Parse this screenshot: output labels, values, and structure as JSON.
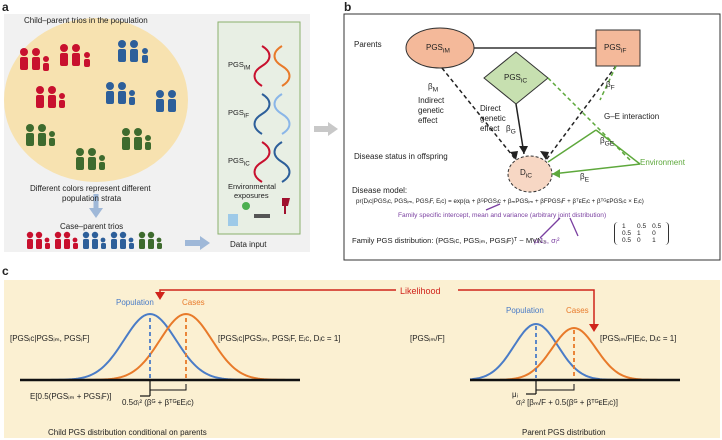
{
  "panel_a": {
    "label": "a",
    "trios_title": "Child–parent trios in the population",
    "colors_note_line1": "Different colors represent different",
    "colors_note_line2": "population strata",
    "case_parent": "Case–parent trios",
    "data_input": "Data input",
    "pgs_im": "PGS",
    "pgs_im_sub": "iM",
    "pgs_if": "PGS",
    "pgs_if_sub": "iF",
    "pgs_ic": "PGS",
    "pgs_ic_sub": "iC",
    "env_exposures_line1": "Environmental",
    "env_exposures_line2": "exposures",
    "colors": {
      "red": "#c8102e",
      "blue": "#2d5f9a",
      "green": "#3e6b2e",
      "bg": "#f7e2b0",
      "panel_bg": "#e8efe4"
    }
  },
  "panel_b": {
    "label": "b",
    "parents": "Parents",
    "node_im": "PGS",
    "node_im_sub": "iM",
    "node_if": "PGS",
    "node_if_sub": "iF",
    "node_ic": "PGS",
    "node_ic_sub": "iC",
    "node_dic": "D",
    "node_dic_sub": "iC",
    "beta_m": "β",
    "beta_m_sub": "M",
    "indirect_line1": "Indirect",
    "indirect_line2": "genetic",
    "indirect_line3": "effect",
    "direct_line1": "Direct",
    "direct_line2": "genetic",
    "direct_line3": "effect",
    "beta_g": "β",
    "beta_g_sub": "G",
    "beta_f": "β",
    "beta_f_sub": "F",
    "beta_ge": "β",
    "beta_ge_sub": "GE",
    "beta_e": "β",
    "beta_e_sub": "E",
    "ge_interaction": "G–E interaction",
    "environment": "Environment",
    "disease_status": "Disease status in offspring",
    "disease_model": "Disease model:",
    "model_formula": "pr(Dᵢᴄ|PGSᵢᴄ, PGSᵢₘ, PGSᵢF, Eᵢᴄ) = exp(αᵢ + βᴳPGSᵢᴄ + βₘPGSᵢₘ + βFPGSᵢF + βᵀᴇEᵢᴄ + βᵀᴳᴇPGSᵢᴄ × Eᵢᴄ)",
    "family_intercept": "Family specific intercept, mean and variance (arbitrary joint distribution)",
    "family_dist": "Family PGS distribution: (PGSᵢᴄ, PGSᵢₘ, PGSᵢF)ᵀ ~ MVN₃",
    "mvn_mu": "μᵢ1₃, σᵢ²",
    "matrix": [
      [
        "1",
        "0.5",
        "0.5"
      ],
      [
        "0.5",
        "1",
        "0"
      ],
      [
        "0.5",
        "0",
        "1"
      ]
    ],
    "colors": {
      "salmon": "#f4b99a",
      "diamond": "#c7e0b0",
      "green_line": "#5ea83c",
      "purple": "#7a3fa0",
      "dashed_ic": "#f7d7c4"
    }
  },
  "panel_c": {
    "label": "c",
    "likelihood": "Likelihood",
    "population_left": "Population",
    "cases_left": "Cases",
    "population_right": "Population",
    "cases_right": "Cases",
    "cond_pop_left": "[PGSᵢᴄ|PGSᵢₘ, PGSᵢF]",
    "cond_cases_left": "[PGSᵢᴄ|PGSᵢₘ, PGSᵢF, Eᵢᴄ, Dᵢᴄ = 1]",
    "expectation_left": "E[0.5(PGSᵢₘ + PGSᵢF)]",
    "shift_left": "0.5σᵢ² (βᴳ + βᵀᴳᴇEᵢᴄ)",
    "cond_pop_right": "[PGSᵢₘ/F]",
    "cond_cases_right": "[PGSᵢₘ/F|Eᵢᴄ, Dᵢᴄ = 1]",
    "mu_right": "μᵢ",
    "shift_right": "σᵢ² [βₘ/F + 0.5(βᴳ + βᵀᴳᴇEᵢᴄ)]",
    "caption_left": "Child PGS distribution conditional on parents",
    "caption_right": "Parent PGS distribution",
    "colors": {
      "pop": "#4a7cc7",
      "cases": "#e87a2a",
      "likelihood": "#d0241b",
      "bg": "#fbf0d2"
    }
  }
}
